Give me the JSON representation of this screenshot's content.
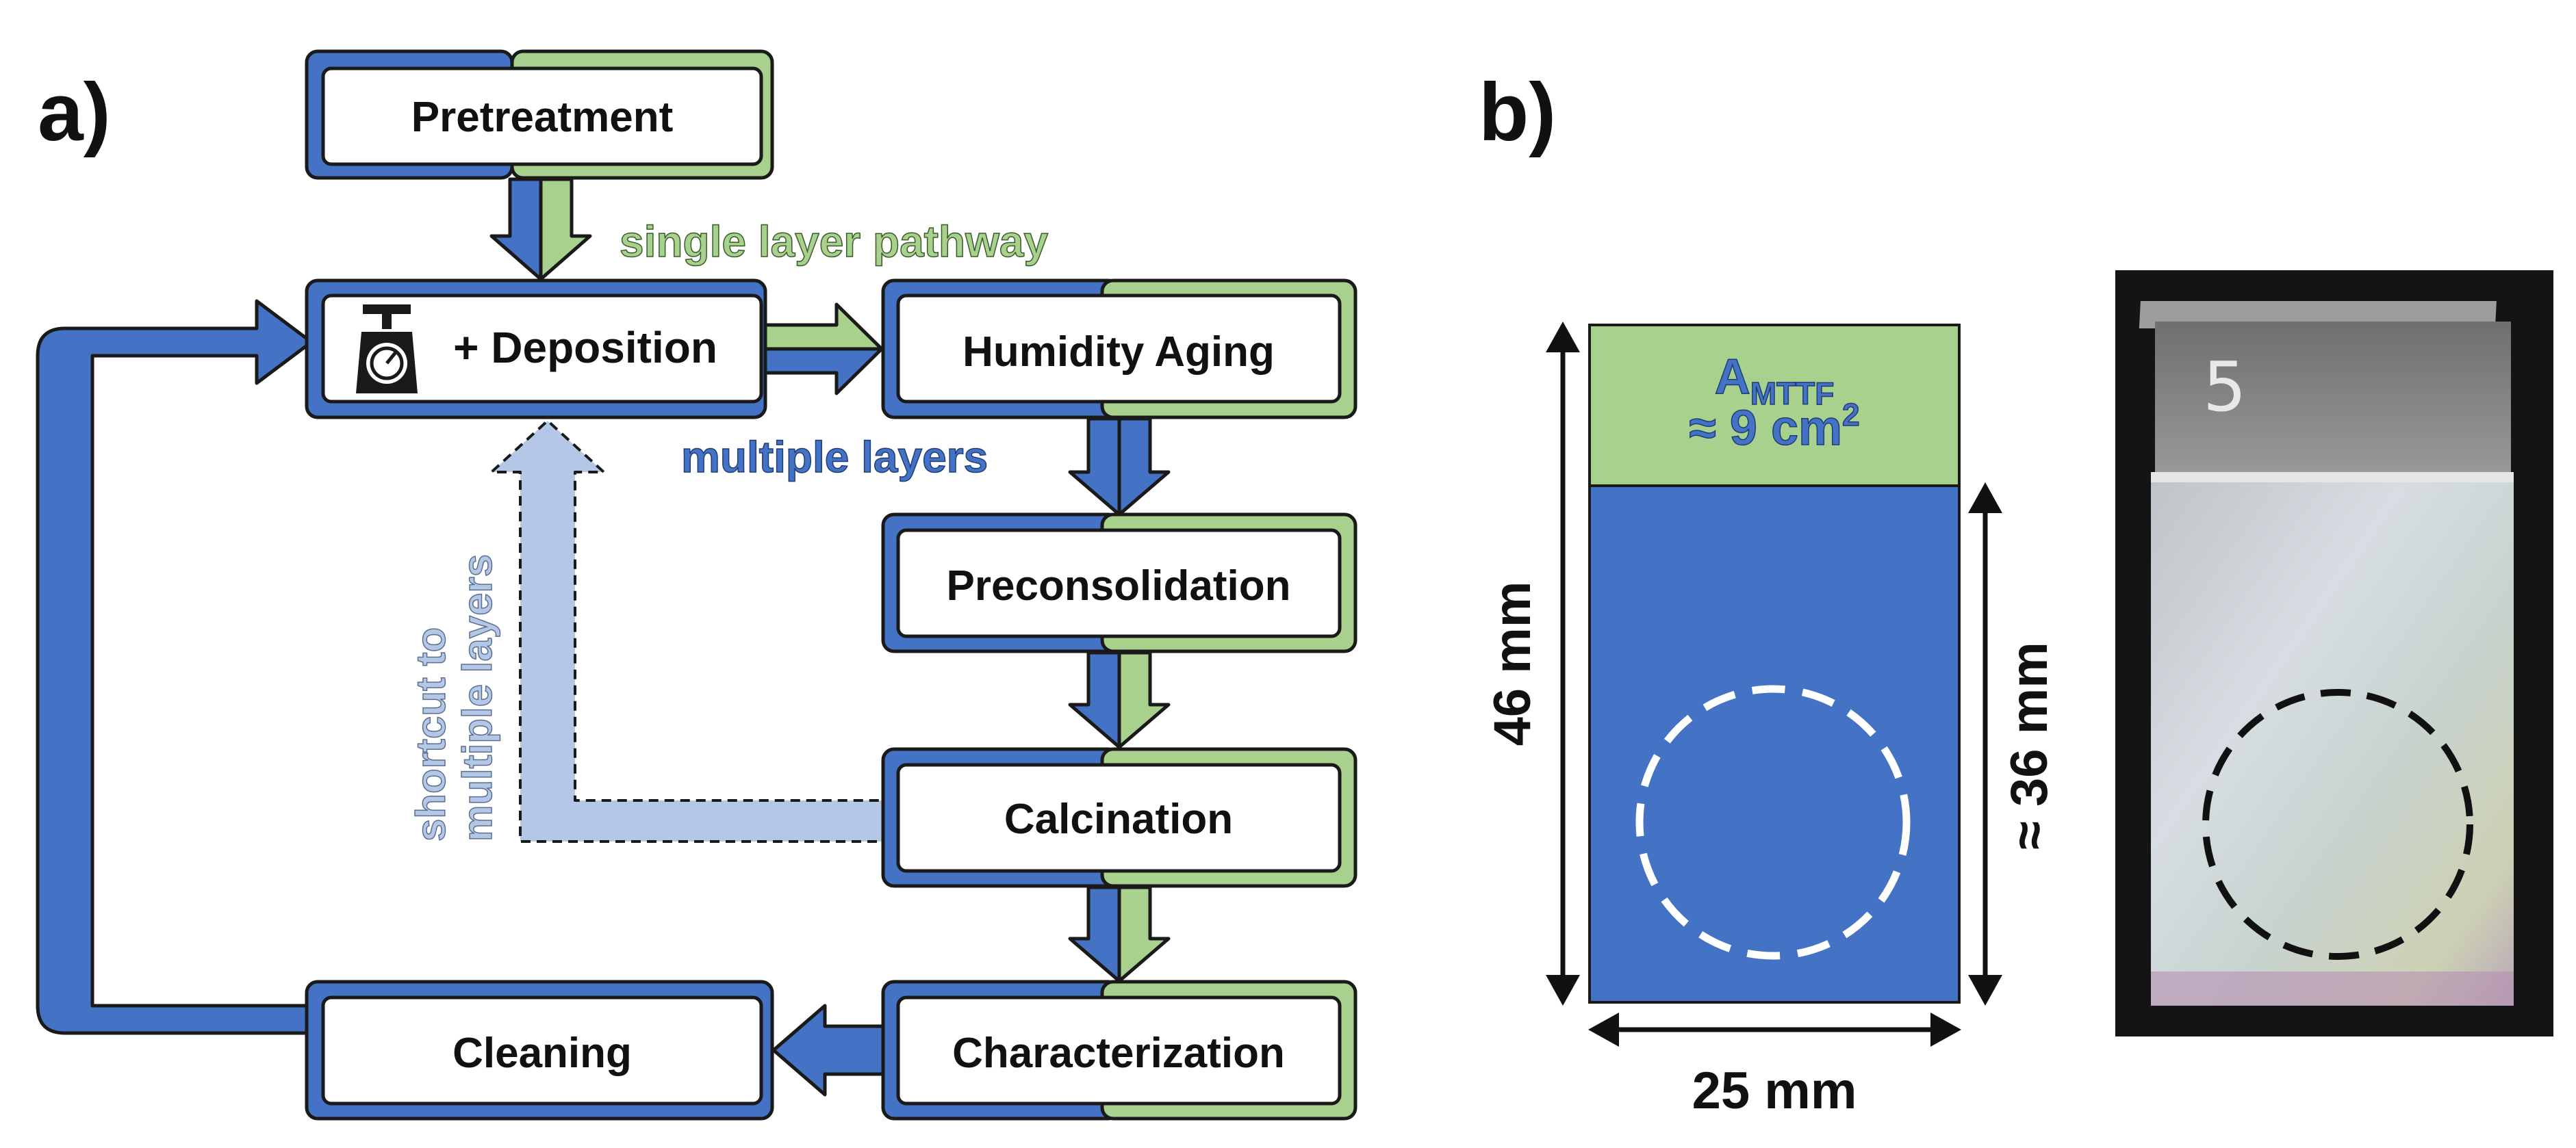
{
  "panel_a": {
    "label": "a)",
    "steps": {
      "pretreatment": "Pretreatment",
      "deposition": "+ Deposition",
      "humidity_aging": "Humidity Aging",
      "preconsolidation": "Preconsolidation",
      "calcination": "Calcination",
      "characterization": "Characterization",
      "cleaning": "Cleaning"
    },
    "pathways": {
      "single_layer": "single layer pathway",
      "multiple_layers": "multiple layers",
      "shortcut_line1": "shortcut to",
      "shortcut_line2": "multiple layers"
    },
    "icons": {
      "deposition": "scale-icon"
    }
  },
  "panel_b": {
    "label": "b)",
    "area_symbol": "A",
    "area_subscript": "MTTF",
    "area_value": "≈ 9 cm",
    "area_superscript": "2",
    "height_label": "46 mm",
    "width_label": "25 mm",
    "coated_height_label": "≈ 36 mm",
    "sample_mark": "5"
  },
  "colors": {
    "blue": "#4472c4",
    "green": "#a9d18e",
    "light_blue": "#b4c7e7",
    "text_blue": "#4472c4",
    "text_green": "#a9d18e",
    "outline": "#1a1a1a"
  }
}
